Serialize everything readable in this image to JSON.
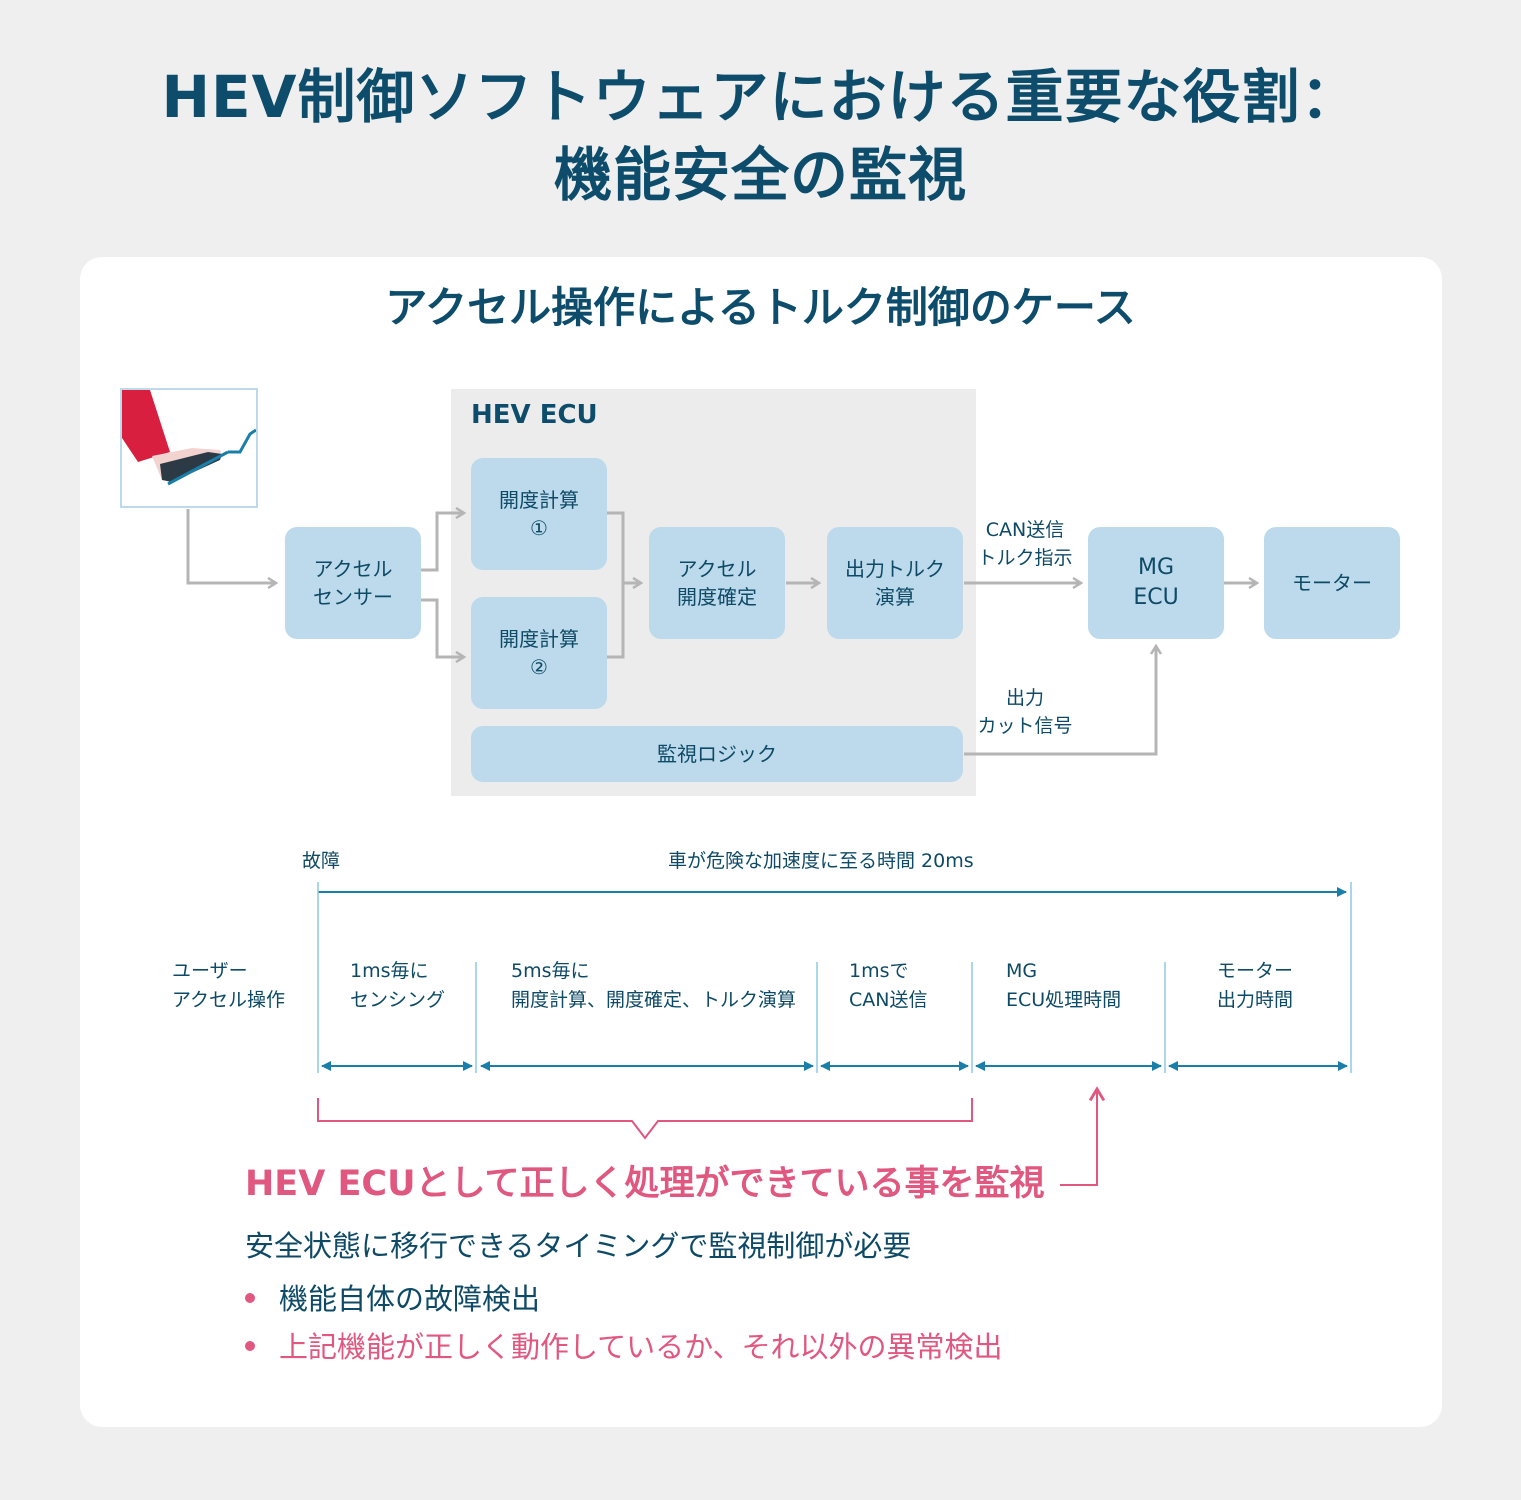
{
  "title": {
    "line1": "HEV制御ソフトウェアにおける重要な役割：",
    "line2": "機能安全の監視"
  },
  "subtitle": "アクセル操作によるトルク制御のケース",
  "ecu": {
    "label": "HEV ECU"
  },
  "blocks": {
    "accel_sensor": "アクセル\nセンサー",
    "calc1": "開度計算\n①",
    "calc2": "開度計算\n②",
    "accel_confirm": "アクセル\n開度確定",
    "torque_calc": "出力トルク\n演算",
    "mg_ecu": "MG\nECU",
    "motor": "モーター",
    "monitor_logic": "監視ロジック"
  },
  "signals": {
    "can_send": "CAN送信\nトルク指示",
    "cut_signal": "出力\nカット信号"
  },
  "timeline": {
    "fault": "故障",
    "danger_time": "車が危険な加速度に至る時間 20ms",
    "user_op": "ユーザー\nアクセル操作",
    "seg1": "1ms毎に\nセンシング",
    "seg2": "5ms毎に\n開度計算、開度確定、トルク演算",
    "seg3": "1msで\nCAN送信",
    "seg4": "MG\nECU処理時間",
    "seg5": "モーター\n出力時間"
  },
  "monitoring": {
    "headline": "HEV ECUとして正しく処理ができている事を監視",
    "requirement": "安全状態に移行できるタイミングで監視制御が必要",
    "bullets": [
      "機能自体の故障検出",
      "上記機能が正しく動作しているか、それ以外の異常検出"
    ]
  },
  "colors": {
    "navy": "#0d4d6b",
    "box_blue": "#bcdaec",
    "ecu_gray": "#ececec",
    "arrow_gray": "#b5b5b5",
    "timeline_blue": "#1a7fa8",
    "pink": "#e0577f",
    "pedal_red": "#d81f3f"
  },
  "icons": {
    "pedal": "foot-on-accelerator-pedal-icon"
  }
}
